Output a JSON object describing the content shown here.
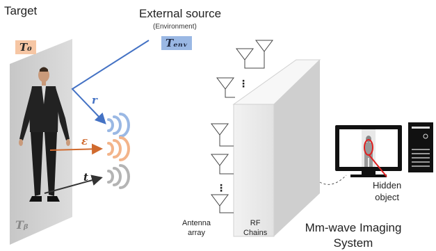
{
  "labels": {
    "target": "Target",
    "external_source": "External source",
    "environment": "(Environment)",
    "t0": "T₀",
    "tenv": "Tₑₙᵥ",
    "tb": "Tᵦ",
    "r": "r",
    "epsilon": "ε",
    "t": "t",
    "antenna_line1": "Antenna",
    "antenna_line2": "array",
    "rf_line1": "RF",
    "rf_line2": "Chains",
    "hidden_line1": "Hidden",
    "hidden_line2": "object",
    "system_line1": "Mm-wave Imaging",
    "system_line2": "System",
    "ellipsis": "⋮"
  },
  "colors": {
    "t0_tag": "#f6c6a4",
    "tenv_tag": "#9ab8e4",
    "r_arrow": "#4472c4",
    "epsilon_arrow": "#d06a2e",
    "t_arrow": "#333333",
    "hidden_marker": "#e02020"
  },
  "icons": {
    "person": "person-figure-icon",
    "monitor": "computer-monitor-icon",
    "tower": "pc-tower-icon",
    "antenna": "antenna-icon",
    "waves": "signal-waves-icon"
  }
}
